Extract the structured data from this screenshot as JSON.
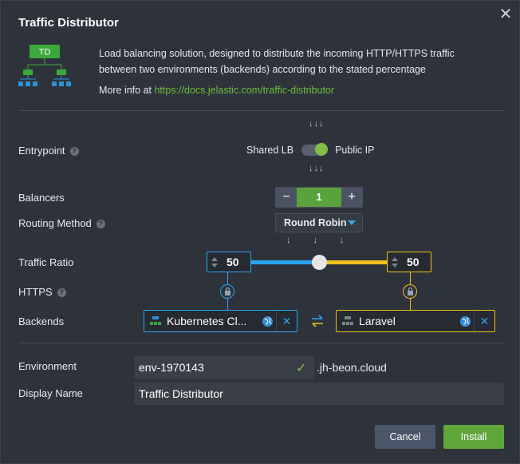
{
  "dialog": {
    "title": "Traffic Distributor",
    "description": "Load balancing solution, designed to distribute the incoming HTTP/HTTPS traffic between two environments (backends) according to the stated percentage",
    "more_info_prefix": "More info at ",
    "more_info_link": "https://docs.jelastic.com/traffic-distributor",
    "logo_text": "TD"
  },
  "entrypoint": {
    "label": "Entrypoint",
    "left_option": "Shared LB",
    "right_option": "Public IP",
    "toggle_on": true
  },
  "balancers": {
    "label": "Balancers",
    "value": "1",
    "minus": "−",
    "plus": "+"
  },
  "routing": {
    "label": "Routing Method",
    "value": "Round Robin"
  },
  "traffic_ratio": {
    "label": "Traffic Ratio",
    "left_value": "50",
    "right_value": "50",
    "slider_fraction": 0.5
  },
  "https": {
    "label": "HTTPS"
  },
  "backends": {
    "label": "Backends",
    "left": {
      "name": "Kubernetes Cl..."
    },
    "right": {
      "name": "Laravel"
    }
  },
  "environment": {
    "label": "Environment",
    "value": "env-1970143",
    "suffix": ".jh-beon.cloud"
  },
  "display_name": {
    "label": "Display Name",
    "value": "Traffic Distributor"
  },
  "buttons": {
    "cancel": "Cancel",
    "install": "Install"
  },
  "colors": {
    "accent_blue": "#2aa6f0",
    "accent_yellow": "#f0c020",
    "accent_green": "#5fa63c"
  }
}
